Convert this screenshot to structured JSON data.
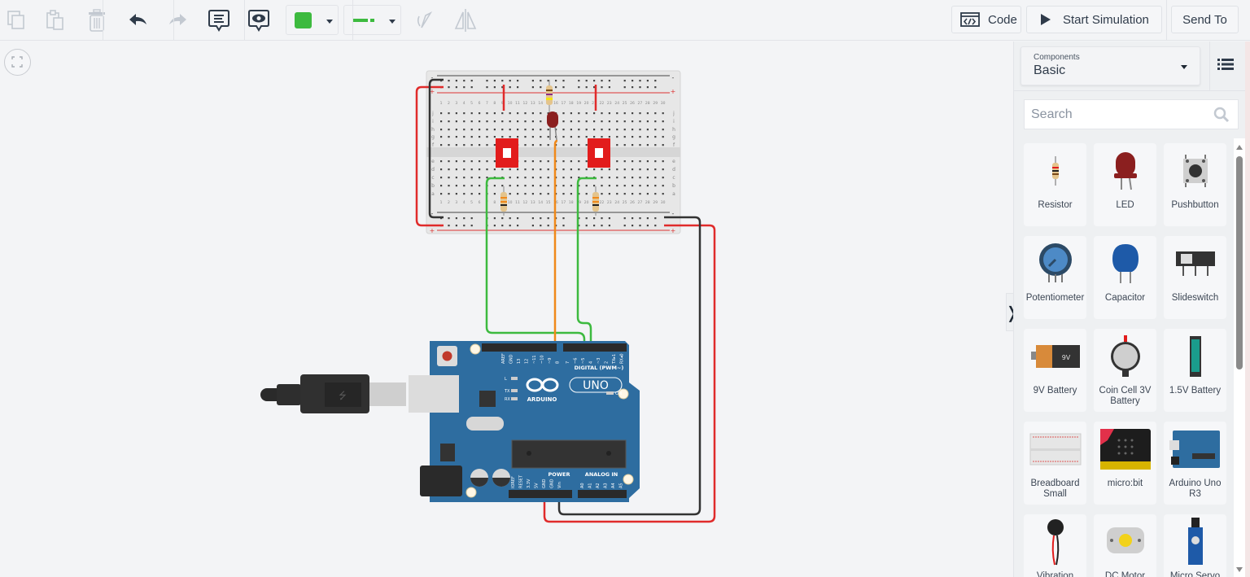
{
  "toolbar": {
    "tools": [
      {
        "name": "copy",
        "icon": "copy-icon",
        "enabled": false
      },
      {
        "name": "paste",
        "icon": "paste-icon",
        "enabled": false
      },
      {
        "name": "delete",
        "icon": "trash-icon",
        "enabled": false
      },
      {
        "name": "undo",
        "icon": "undo-icon",
        "enabled": true
      },
      {
        "name": "redo",
        "icon": "redo-icon",
        "enabled": false
      },
      {
        "name": "notes",
        "icon": "note-icon",
        "enabled": true
      },
      {
        "name": "view-notes",
        "icon": "eye-note-icon",
        "enabled": true
      },
      {
        "name": "rotate",
        "icon": "rotate-icon",
        "enabled": false
      },
      {
        "name": "flip",
        "icon": "flip-icon",
        "enabled": false
      }
    ],
    "wire_color": "#3dba3f",
    "wire_style": "dashed-line",
    "code_label": "Code",
    "start_simulation_label": "Start Simulation",
    "send_to_label": "Send To"
  },
  "canvas": {
    "fit_view_icon": "fit-to-view-icon",
    "breadboard": {
      "top_row_numbers": [
        "1",
        "2",
        "3",
        "4",
        "5",
        "6",
        "7",
        "8",
        "9",
        "10",
        "11",
        "12",
        "13",
        "14",
        "15",
        "16",
        "17",
        "18",
        "19",
        "20",
        "21",
        "22",
        "23",
        "24",
        "25",
        "26",
        "27",
        "28",
        "29",
        "30"
      ],
      "row_letters_top": [
        "j",
        "i",
        "h",
        "g",
        "f"
      ],
      "row_letters_bottom": [
        "e",
        "d",
        "c",
        "b",
        "a"
      ],
      "rail_plus": "+",
      "rail_minus": "-"
    },
    "arduino": {
      "brand": "ARDUINO",
      "model": "UNO",
      "digital_label": "DIGITAL (PWM~)",
      "power_label": "POWER",
      "analog_label": "ANALOG IN",
      "on_label": "ON",
      "led_labels": [
        "L",
        "TX",
        "RX"
      ],
      "digital_pins": [
        "AREF",
        "GND",
        "13",
        "12",
        "~11",
        "~10",
        "~9",
        "8",
        "7",
        "~6",
        "~5",
        "4",
        "~3",
        "2",
        "TX▸1",
        "RX◂0"
      ],
      "power_pins": [
        "IOREF",
        "RESET",
        "3.3V",
        "5V",
        "GND",
        "GND",
        "Vin"
      ],
      "analog_pins": [
        "A0",
        "A1",
        "A2",
        "A3",
        "A4",
        "A5"
      ]
    },
    "wire_colors": {
      "red": "#e02b2b",
      "black": "#333333",
      "green": "#3dba3f",
      "orange": "#f0891a"
    }
  },
  "panel": {
    "components_label": "Components",
    "components_value": "Basic",
    "list_view_icon": "list-view-icon",
    "search_placeholder": "Search",
    "search_value": "",
    "items": [
      {
        "label": "Resistor",
        "icon": "resistor-icon"
      },
      {
        "label": "LED",
        "icon": "led-icon"
      },
      {
        "label": "Pushbutton",
        "icon": "pushbutton-icon"
      },
      {
        "label": "Potentiometer",
        "icon": "potentiometer-icon"
      },
      {
        "label": "Capacitor",
        "icon": "capacitor-icon"
      },
      {
        "label": "Slideswitch",
        "icon": "slideswitch-icon"
      },
      {
        "label": "9V Battery",
        "icon": "battery-9v-icon"
      },
      {
        "label": "Coin Cell 3V Battery",
        "icon": "coin-cell-icon"
      },
      {
        "label": "1.5V Battery",
        "icon": "battery-1-5v-icon"
      },
      {
        "label": "Breadboard Small",
        "icon": "breadboard-icon"
      },
      {
        "label": "micro:bit",
        "icon": "microbit-icon"
      },
      {
        "label": "Arduino Uno R3",
        "icon": "arduino-uno-icon"
      },
      {
        "label": "Vibration Motor",
        "icon": "vibration-motor-icon"
      },
      {
        "label": "DC Motor",
        "icon": "dc-motor-icon"
      },
      {
        "label": "Micro Servo",
        "icon": "micro-servo-icon"
      }
    ]
  }
}
